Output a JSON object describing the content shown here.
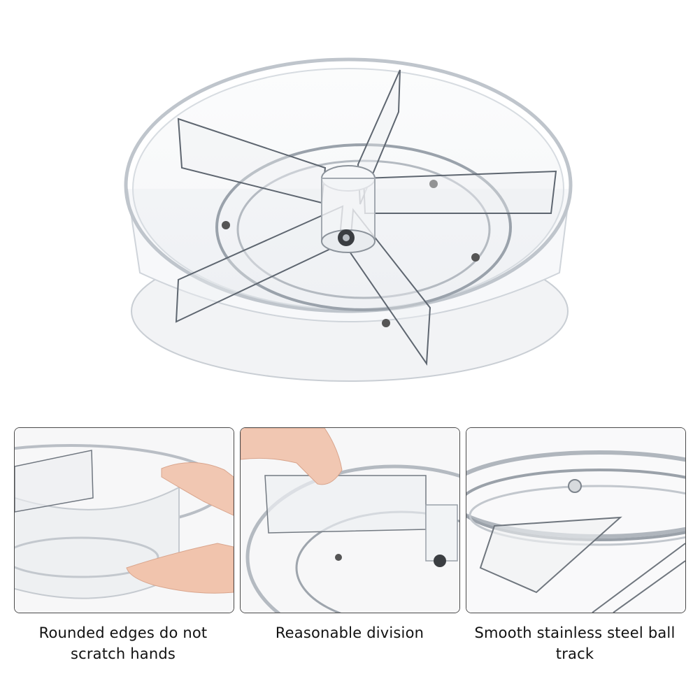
{
  "features": [
    {
      "caption": "Rounded edges do not scratch hands"
    },
    {
      "caption": "Reasonable division"
    },
    {
      "caption": "Smooth stainless steel ball track"
    }
  ]
}
